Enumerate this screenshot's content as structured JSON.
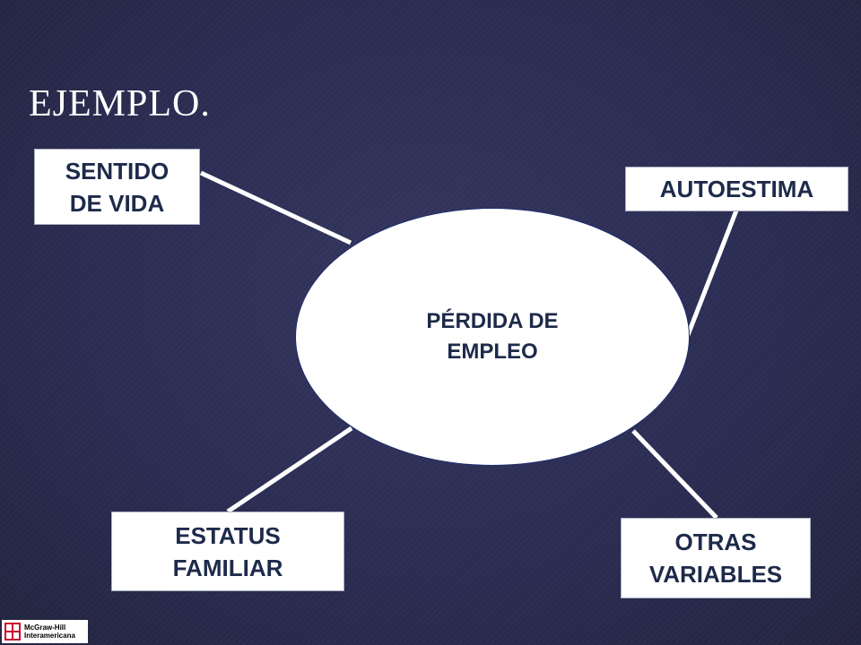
{
  "slide": {
    "title": "EJEMPLO."
  },
  "diagram": {
    "center": "PÉRDIDA DE EMPLEO",
    "nodes": {
      "sentido_de_vida": "SENTIDO DE VIDA",
      "autoestima": "AUTOESTIMA",
      "estatus_familiar": "ESTATUS FAMILIAR",
      "otras_variables": "OTRAS VARIABLES"
    }
  },
  "branding": {
    "publisher": "McGraw-Hill\nInteramericana"
  },
  "colors": {
    "background": "#2b2c52",
    "node_fill": "#ffffff",
    "node_text": "#1d2a4a",
    "connector": "#ffffff",
    "ellipse_border": "#1b2e6e"
  }
}
